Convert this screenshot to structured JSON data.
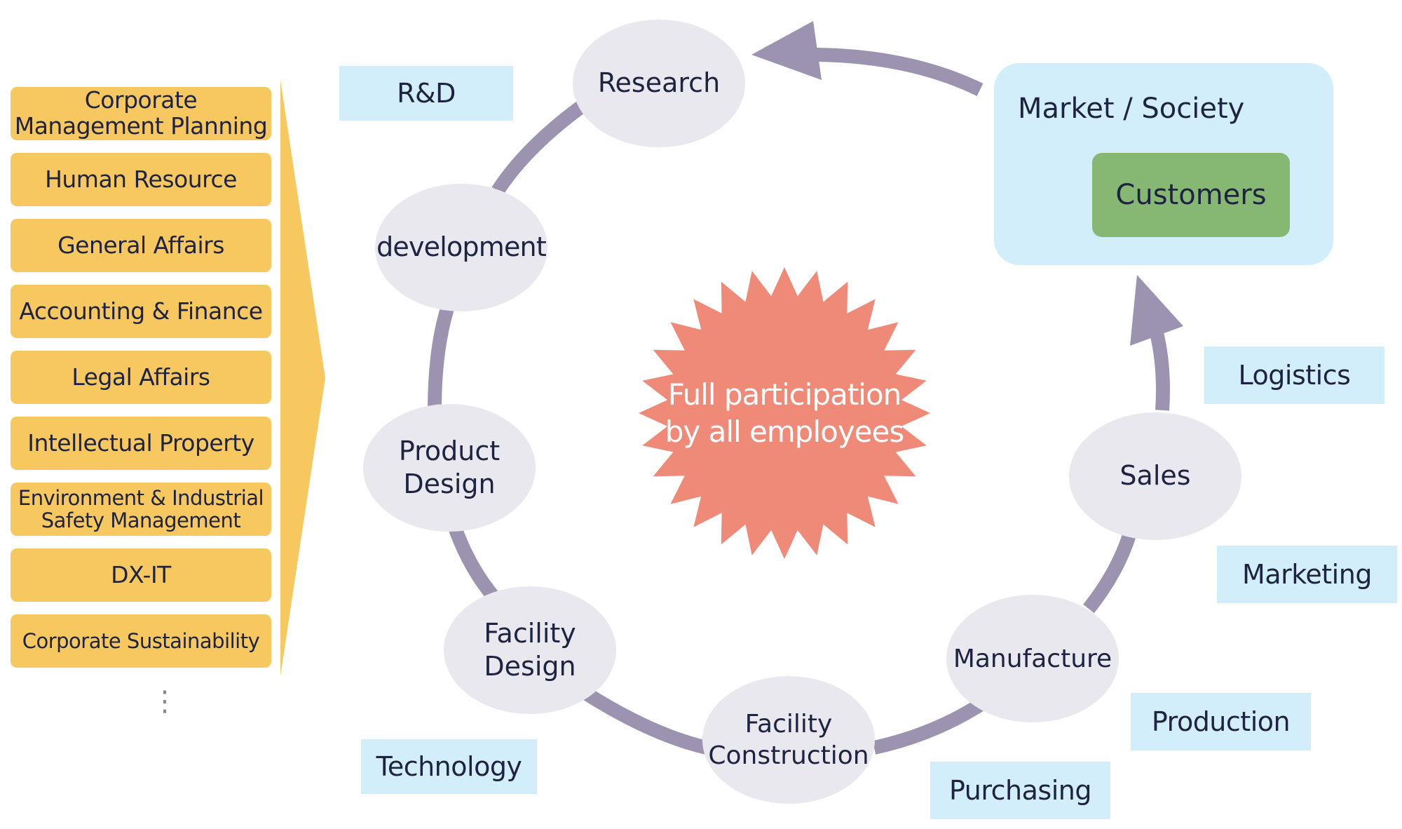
{
  "departments": [
    "Corporate\nManagement Planning",
    "Human Resource",
    "General Affairs",
    "Accounting & Finance",
    "Legal Affairs",
    "Intellectual Property",
    "Environment & Industrial\nSafety Management",
    "DX-IT",
    "Corporate Sustainability"
  ],
  "more_marker": "⋮",
  "cycle": {
    "research": "Research",
    "development": "development",
    "product_design": "Product\nDesign",
    "facility_design": "Facility\nDesign",
    "facility_construction": "Facility\nConstruction",
    "manufacture": "Manufacture",
    "sales": "Sales"
  },
  "functions": {
    "rnd": "R&D",
    "technology": "Technology",
    "purchasing": "Purchasing",
    "production": "Production",
    "marketing": "Marketing",
    "logistics": "Logistics"
  },
  "market": {
    "title": "Market / Society",
    "customers": "Customers"
  },
  "center": {
    "text": "Full participation\nby all employees"
  },
  "colors": {
    "department_fill": "#f8c860",
    "node_fill": "#e9e8ef",
    "arc": "#9c93b0",
    "tag_fill": "#d2eefb",
    "customers_fill": "#86b873",
    "burst_fill": "#ef8a78"
  }
}
